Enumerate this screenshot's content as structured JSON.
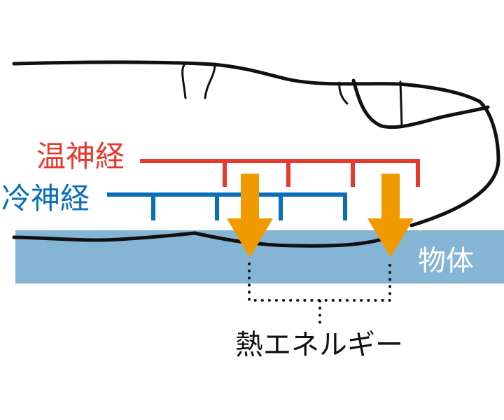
{
  "labels": {
    "warm_nerve": "温神経",
    "cold_nerve": "冷神経",
    "object": "物体",
    "heat_energy": "熱エネルギー"
  },
  "colors": {
    "warm_nerve": "#e8392e",
    "cold_nerve": "#0a6fba",
    "arrow": "#f09a00",
    "object": "#85b5d5",
    "outline": "#111111"
  }
}
